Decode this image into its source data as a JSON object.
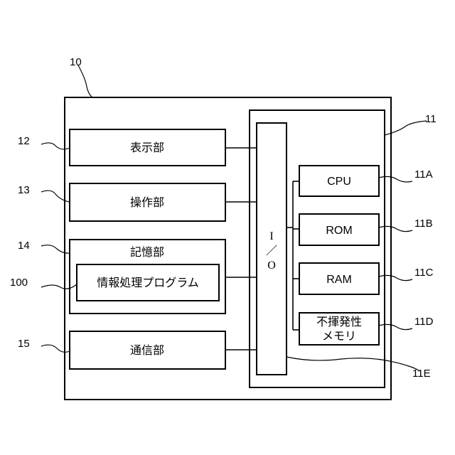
{
  "references": {
    "device": "10",
    "controller": "11",
    "display": "12",
    "operation": "13",
    "storage": "14",
    "communication": "15",
    "program": "100",
    "cpu": "11A",
    "rom": "11B",
    "ram": "11C",
    "nvm": "11D",
    "io": "11E"
  },
  "labels": {
    "display": "表示部",
    "operation": "操作部",
    "storage": "記憶部",
    "program": "情報処理プログラム",
    "communication": "通信部",
    "cpu": "CPU",
    "rom": "ROM",
    "ram": "RAM",
    "nvm_line1": "不揮発性",
    "nvm_line2": "メモリ",
    "io_top": "I",
    "io_mid": "／",
    "io_bottom": "O"
  }
}
